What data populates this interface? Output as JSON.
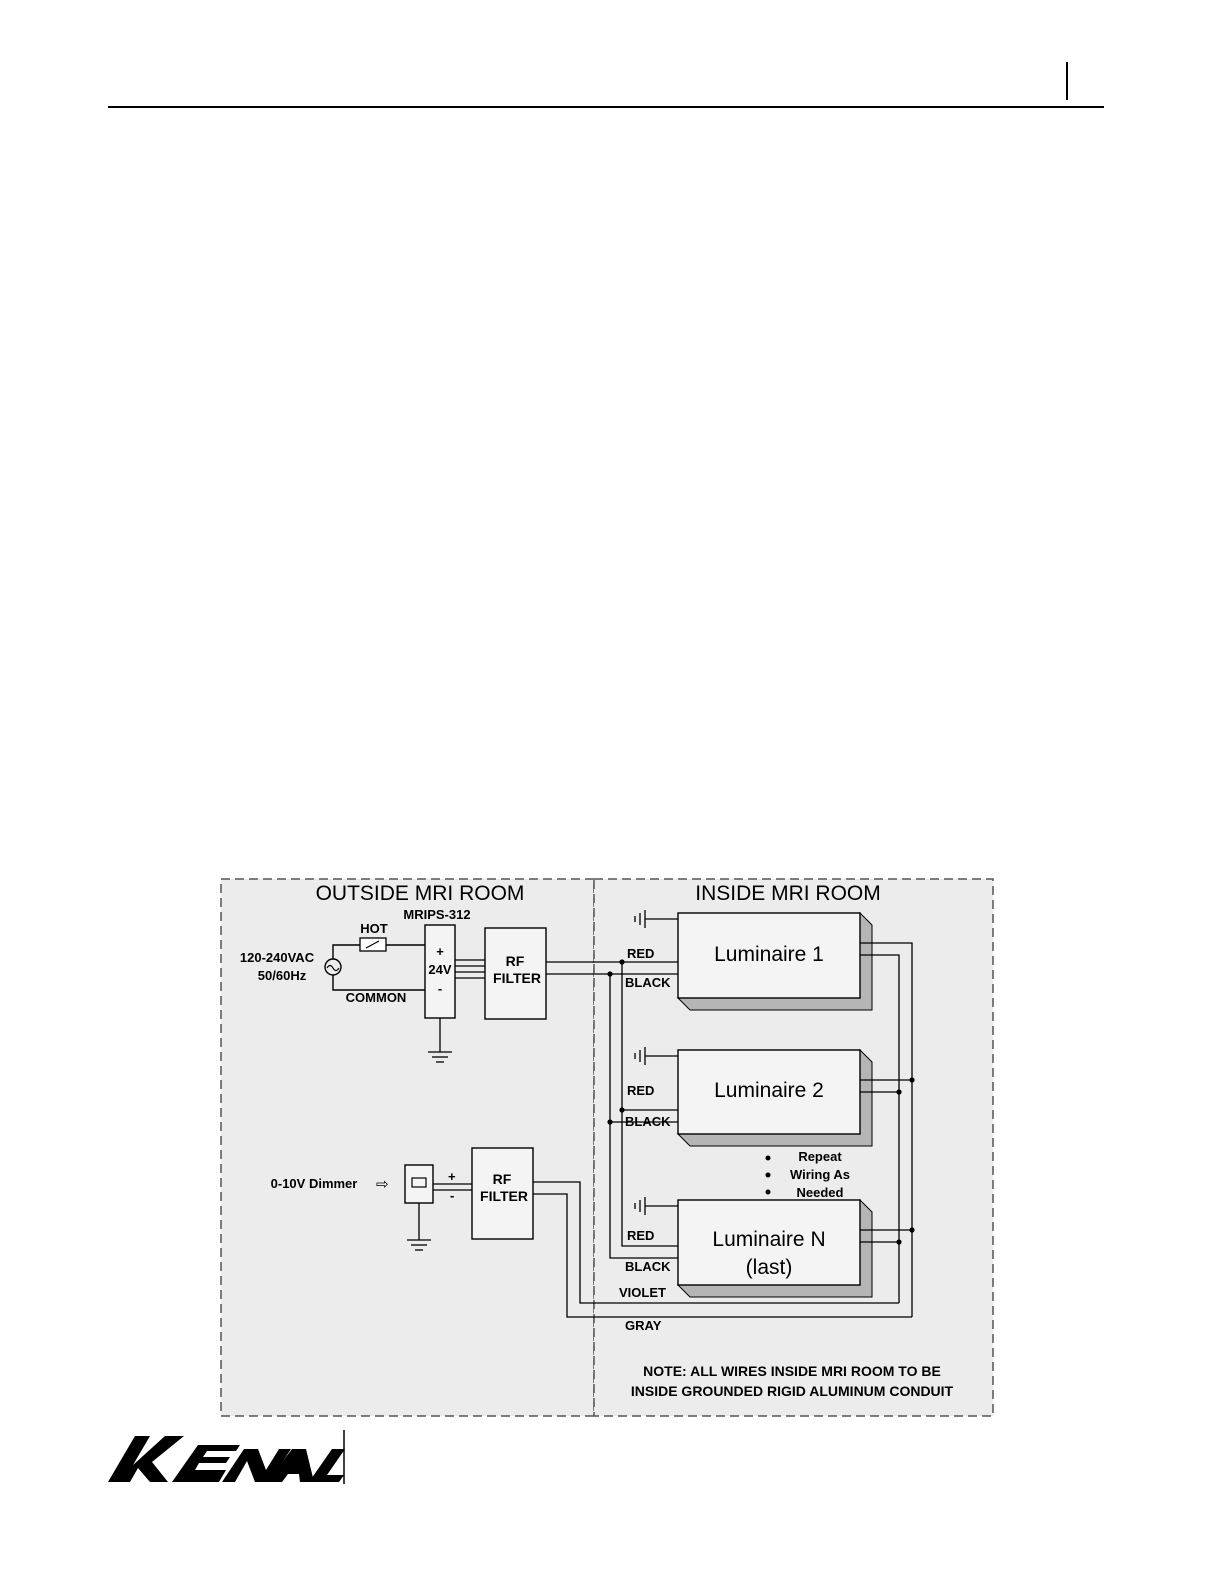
{
  "zones": {
    "outside_title": "OUTSIDE MRI ROOM",
    "inside_title": "INSIDE MRI ROOM"
  },
  "power": {
    "supply_model": "MRIPS-312",
    "input_line1": "120-240VAC",
    "input_line2": "50/60Hz",
    "hot_label": "HOT",
    "common_label": "COMMON",
    "plus": "+",
    "voltage": "24V",
    "minus": "-"
  },
  "filters": {
    "power_line1": "RF",
    "power_line2": "FILTER",
    "dim_line1": "RF",
    "dim_line2": "FILTER"
  },
  "dimmer": {
    "label": "0-10V Dimmer",
    "arrow": "⇨",
    "plus": "+",
    "minus": "-"
  },
  "luminaires": [
    {
      "name": "Luminaire 1",
      "sub": "",
      "red": "RED",
      "black": "BLACK"
    },
    {
      "name": "Luminaire 2",
      "sub": "",
      "red": "RED",
      "black": "BLACK"
    },
    {
      "name": "Luminaire N",
      "sub": "(last)",
      "red": "RED",
      "black": "BLACK"
    }
  ],
  "repeat": {
    "line1": "Repeat",
    "line2": "Wiring As",
    "line3": "Needed"
  },
  "wires": {
    "violet": "VIOLET",
    "gray": "GRAY"
  },
  "note": {
    "line1": "NOTE: ALL WIRES INSIDE MRI ROOM TO BE",
    "line2": "INSIDE GROUNDED RIGID ALUMINUM CONDUIT"
  },
  "colors": {
    "zone_fill": "#ececec",
    "box_fill": "#f4f4f4",
    "shadow": "#b5b5b5",
    "line": "#000000"
  }
}
